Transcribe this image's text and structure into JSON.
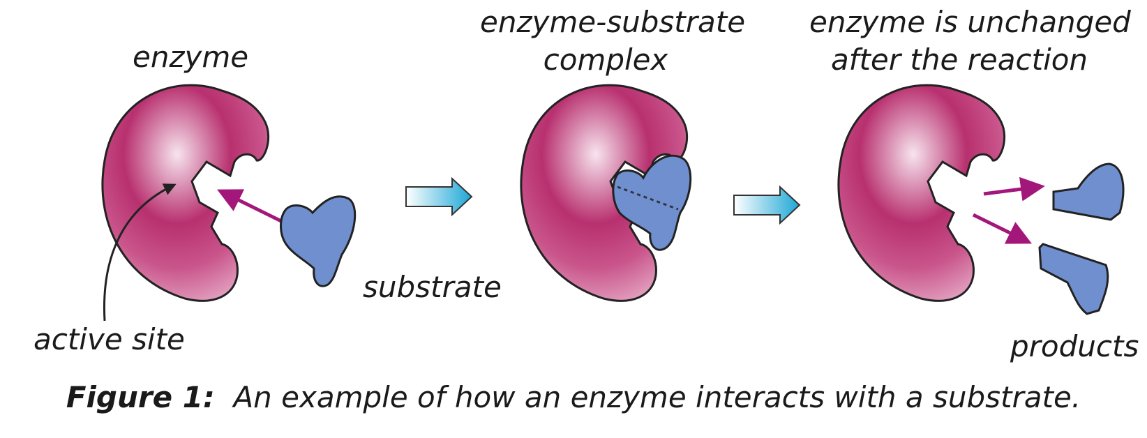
{
  "labels": {
    "enzyme": "enzyme",
    "complex_line1": "enzyme-substrate",
    "complex_line2": "complex",
    "unchanged_line1": "enzyme is unchanged",
    "unchanged_line2": "after the reaction",
    "substrate": "substrate",
    "active_site": "active site",
    "products": "products"
  },
  "caption": {
    "number": "Figure 1:",
    "text": "An example of how an enzyme interacts with a substrate."
  },
  "colors": {
    "enzyme": "#b8306f",
    "enzyme_light": "#f4d5e4",
    "substrate": "#6f8fcf",
    "pointer_arrow": "#a3177a",
    "process_arrow": "#1ea7d6",
    "outline": "#222222"
  }
}
